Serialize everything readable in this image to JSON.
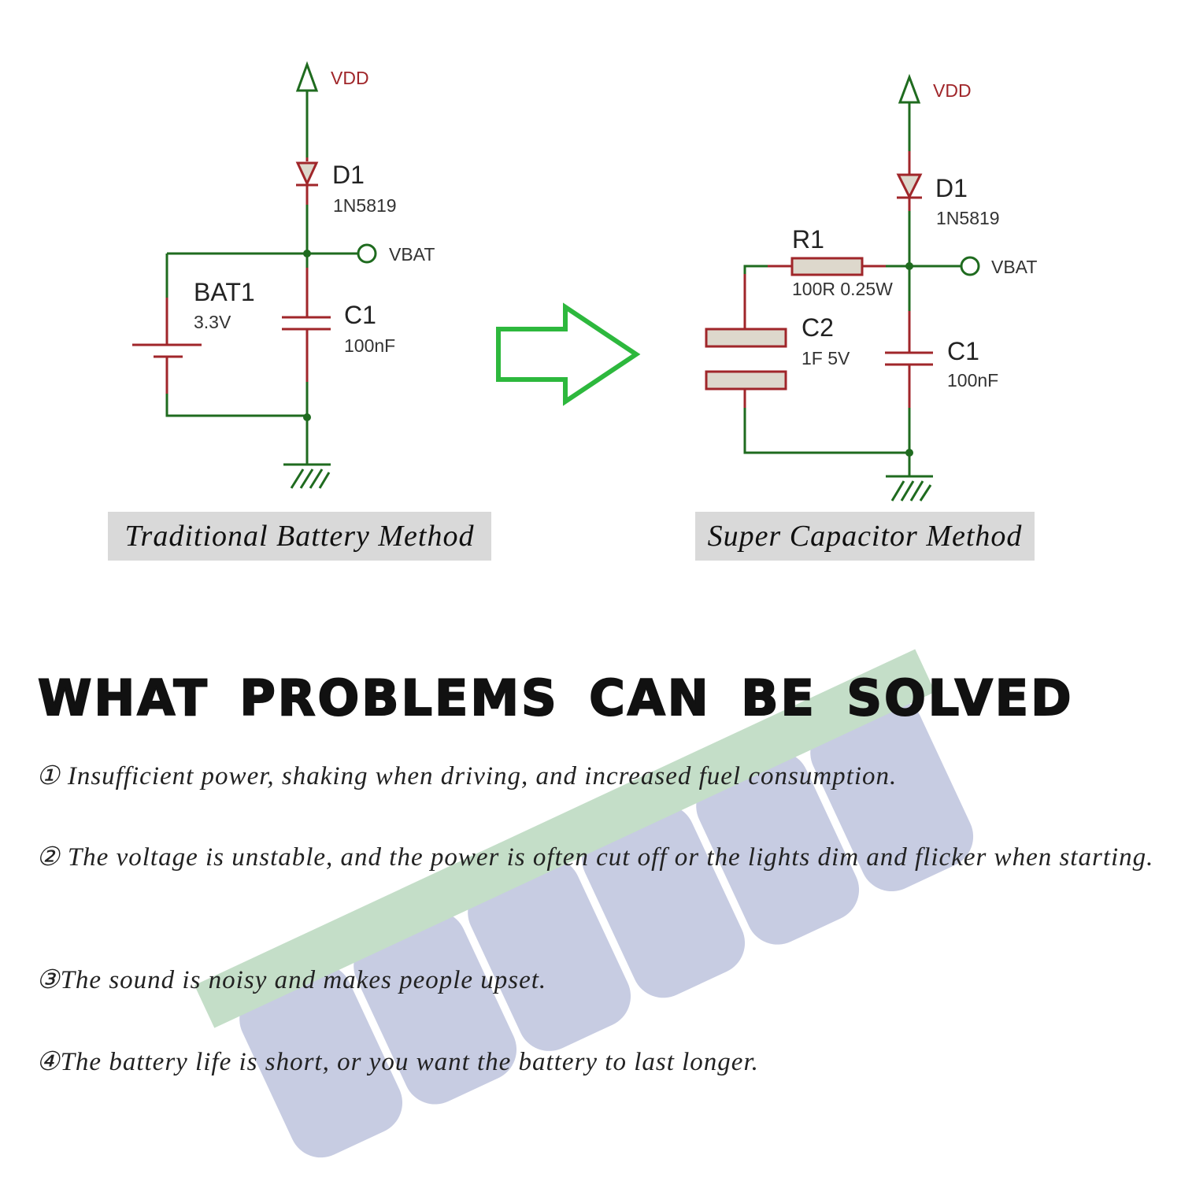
{
  "colors": {
    "wire": "#1f6b1f",
    "component": "#a0262a",
    "arrow": "#2db83d",
    "caption_bg": "#d9d9d9"
  },
  "left_circuit": {
    "vdd": "VDD",
    "diode_ref": "D1",
    "diode_value": "1N5819",
    "vbat": "VBAT",
    "battery_ref": "BAT1",
    "battery_value": "3.3V",
    "cap_ref": "C1",
    "cap_value": "100nF",
    "caption": "Traditional Battery Method"
  },
  "right_circuit": {
    "vdd": "VDD",
    "diode_ref": "D1",
    "diode_value": "1N5819",
    "vbat": "VBAT",
    "resistor_ref": "R1",
    "resistor_value": "100R 0.25W",
    "supercap_ref": "C2",
    "supercap_value": "1F 5V",
    "cap_ref": "C1",
    "cap_value": "100nF",
    "caption": "Super Capacitor Method"
  },
  "heading": "WHAT PROBLEMS CAN BE SOLVED",
  "problems": [
    "① Insufficient power, shaking when driving, and increased fuel consumption.",
    "② The voltage is unstable, and the power is often cut off or the lights dim and flicker when starting.",
    "③The sound is noisy and makes people upset.",
    "④The battery life is short, or you want the battery to last longer."
  ]
}
